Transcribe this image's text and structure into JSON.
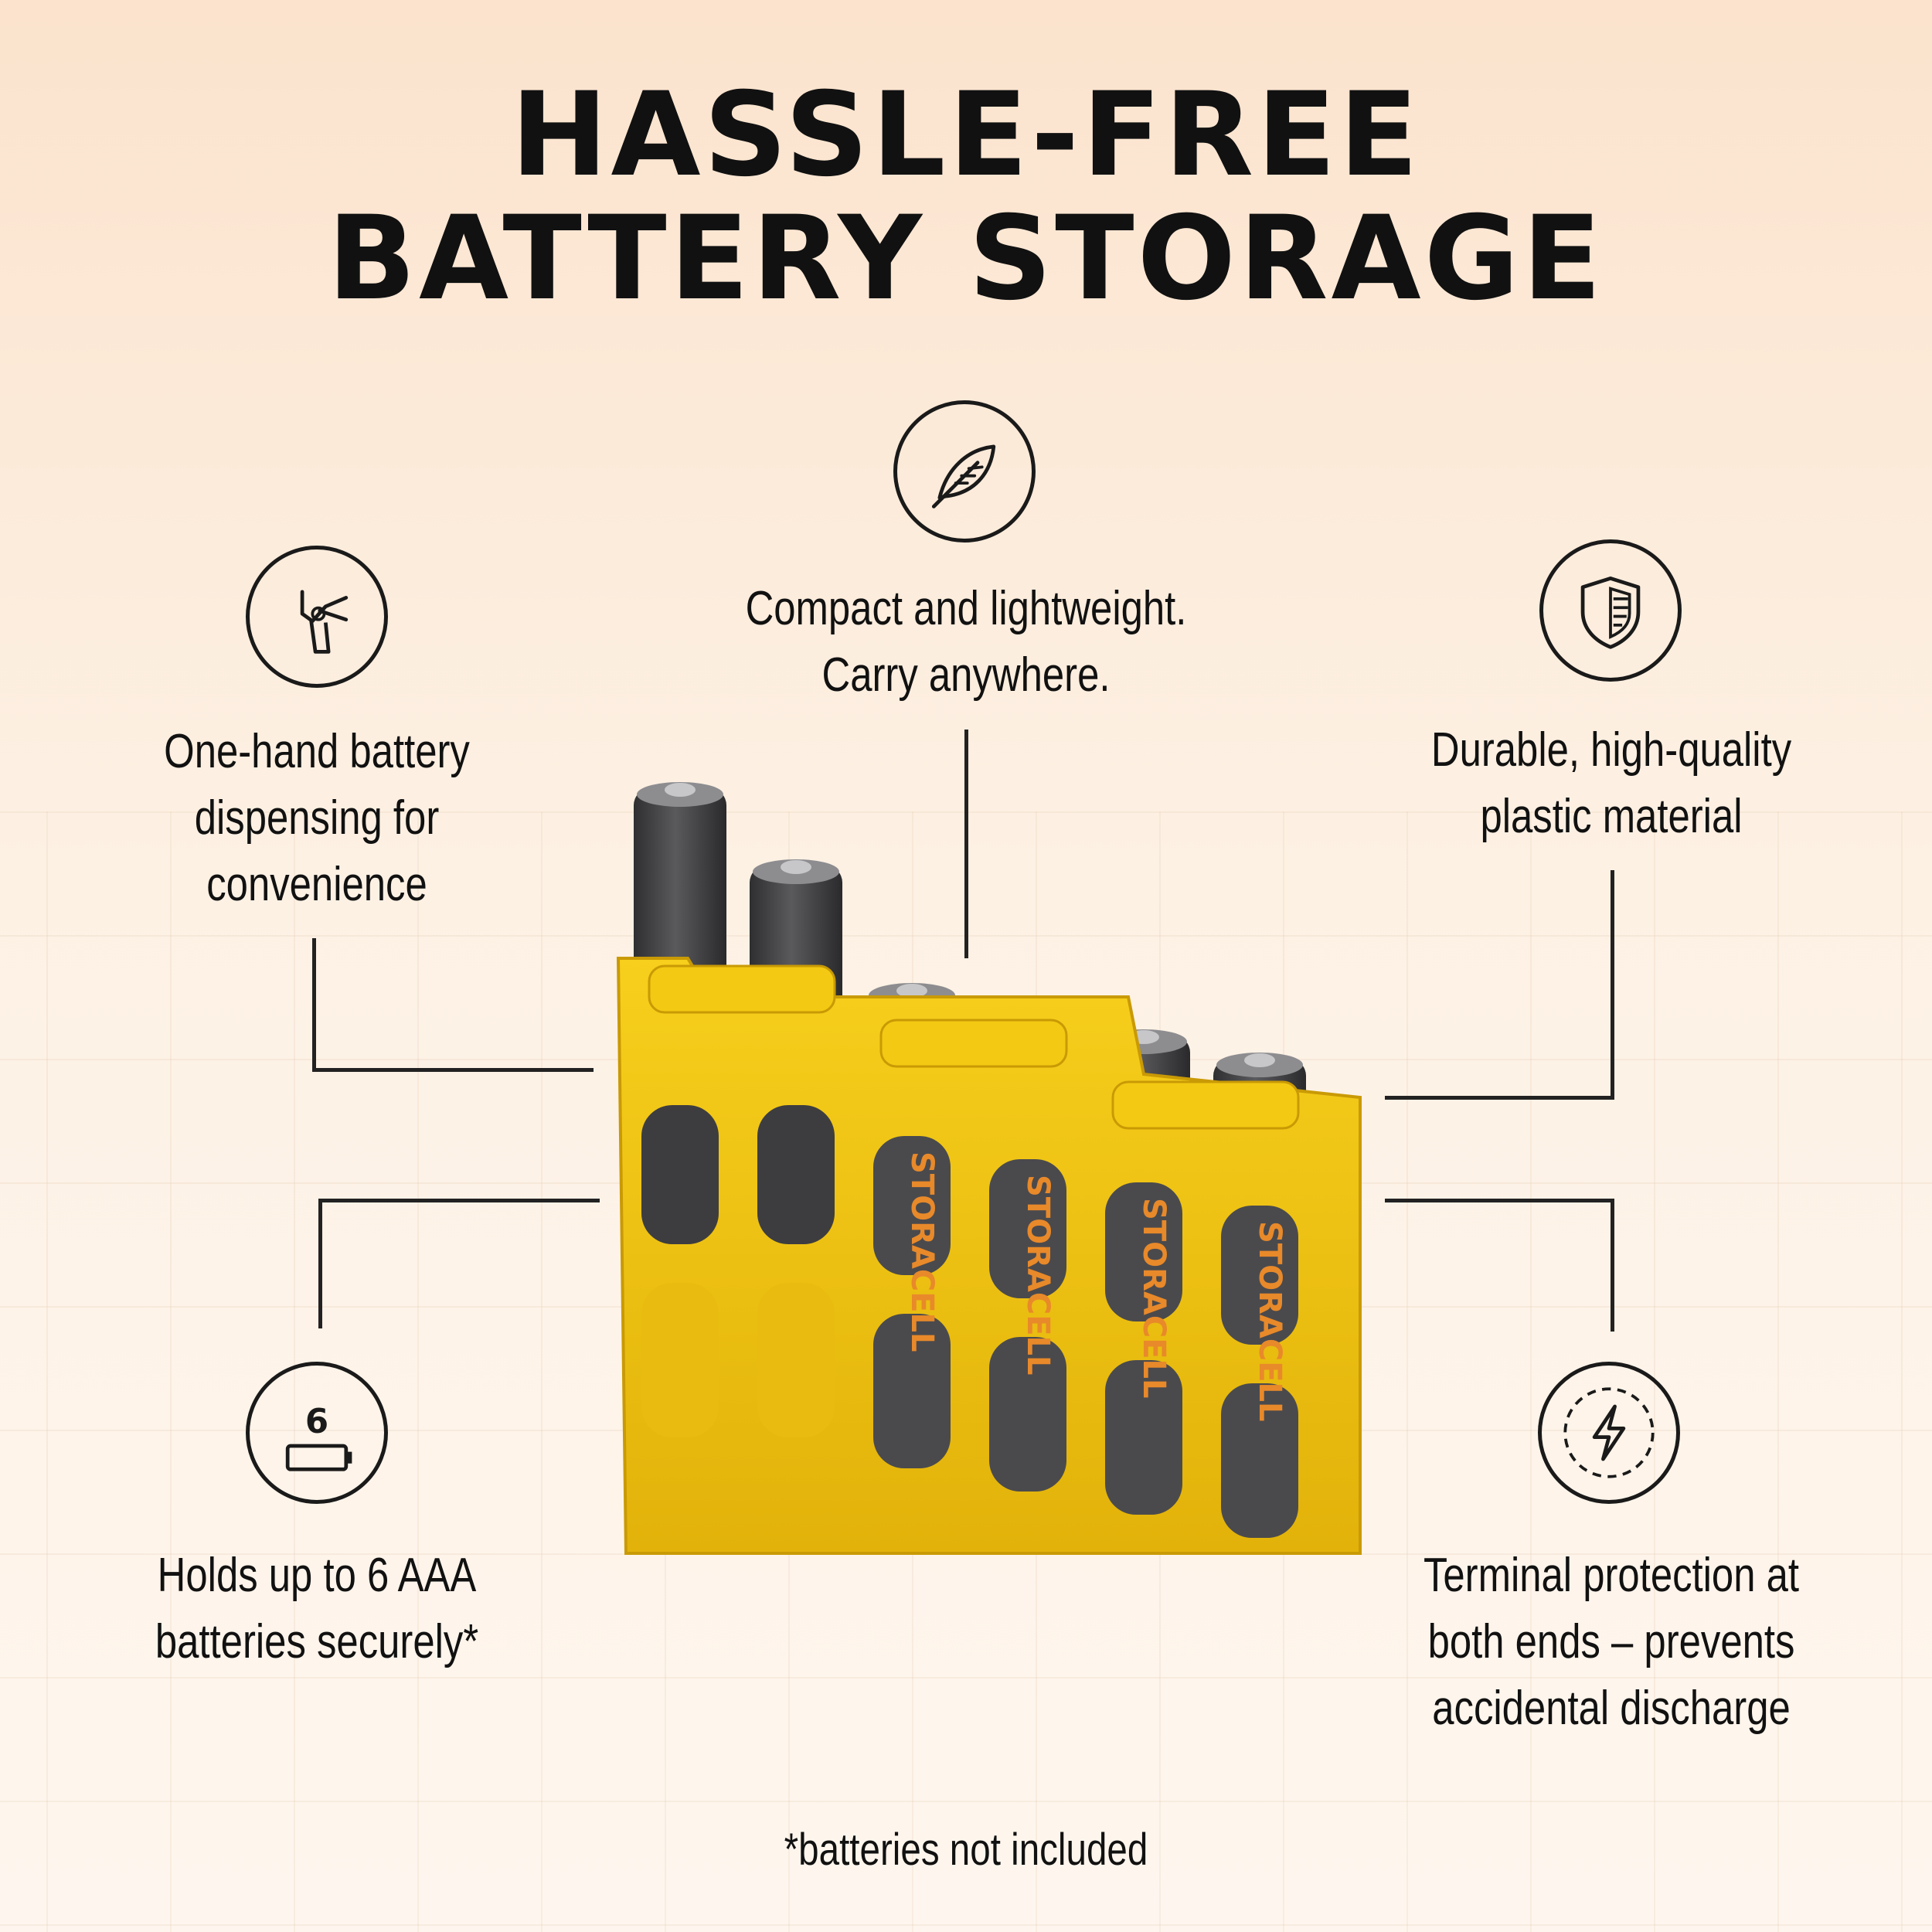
{
  "headline": {
    "line1": "HASSLE-FREE",
    "line2": "BATTERY STORAGE"
  },
  "features": {
    "compact": {
      "icon": "feather-icon",
      "lines": [
        "Compact and lightweight.",
        "Carry anywhere."
      ]
    },
    "one_hand": {
      "icon": "hand-pinch-icon",
      "lines": [
        "One-hand battery",
        "dispensing for",
        "convenience"
      ]
    },
    "durable": {
      "icon": "shield-icon",
      "lines": [
        "Durable, high-quality",
        "plastic material"
      ]
    },
    "holds": {
      "icon": "battery-count-icon",
      "icon_text": "6",
      "lines": [
        "Holds up to 6 AAA",
        "batteries securely*"
      ]
    },
    "terminal": {
      "icon": "lightning-bolt-icon",
      "lines": [
        "Terminal protection at",
        "both ends – prevents",
        "accidental discharge"
      ]
    }
  },
  "product": {
    "brand_text": "STORACELL",
    "case_color": "#f2c40f",
    "battery_color": "#4a4a4c",
    "label_color": "#e8892a"
  },
  "footnote": "*batteries not included"
}
